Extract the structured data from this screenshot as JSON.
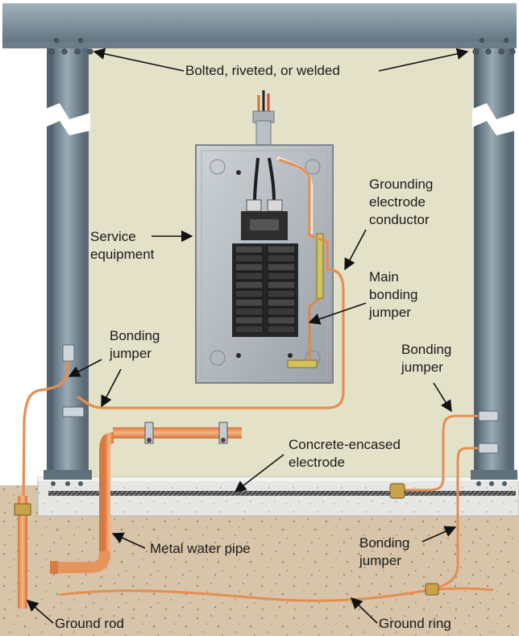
{
  "labels": {
    "bolted": "Bolted, riveted, or welded",
    "service_equipment": "Service\nequipment",
    "gec": "Grounding\nelectrode\nconductor",
    "main_bonding": "Main\nbonding\njumper",
    "bonding_left": "Bonding\njumper",
    "bonding_right": "Bonding\njumper",
    "concrete": "Concrete-encased\nelectrode",
    "water_pipe": "Metal water pipe",
    "bonding_lower": "Bonding\njumper",
    "ground_rod": "Ground rod",
    "ground_ring": "Ground ring"
  },
  "colors": {
    "wall": "#e4e1c9",
    "steel": "#7d909d",
    "copper": "#e8965a",
    "soil": "#d8c4a8",
    "concrete": "#e7e7e7",
    "panel": "#b9bec3"
  }
}
